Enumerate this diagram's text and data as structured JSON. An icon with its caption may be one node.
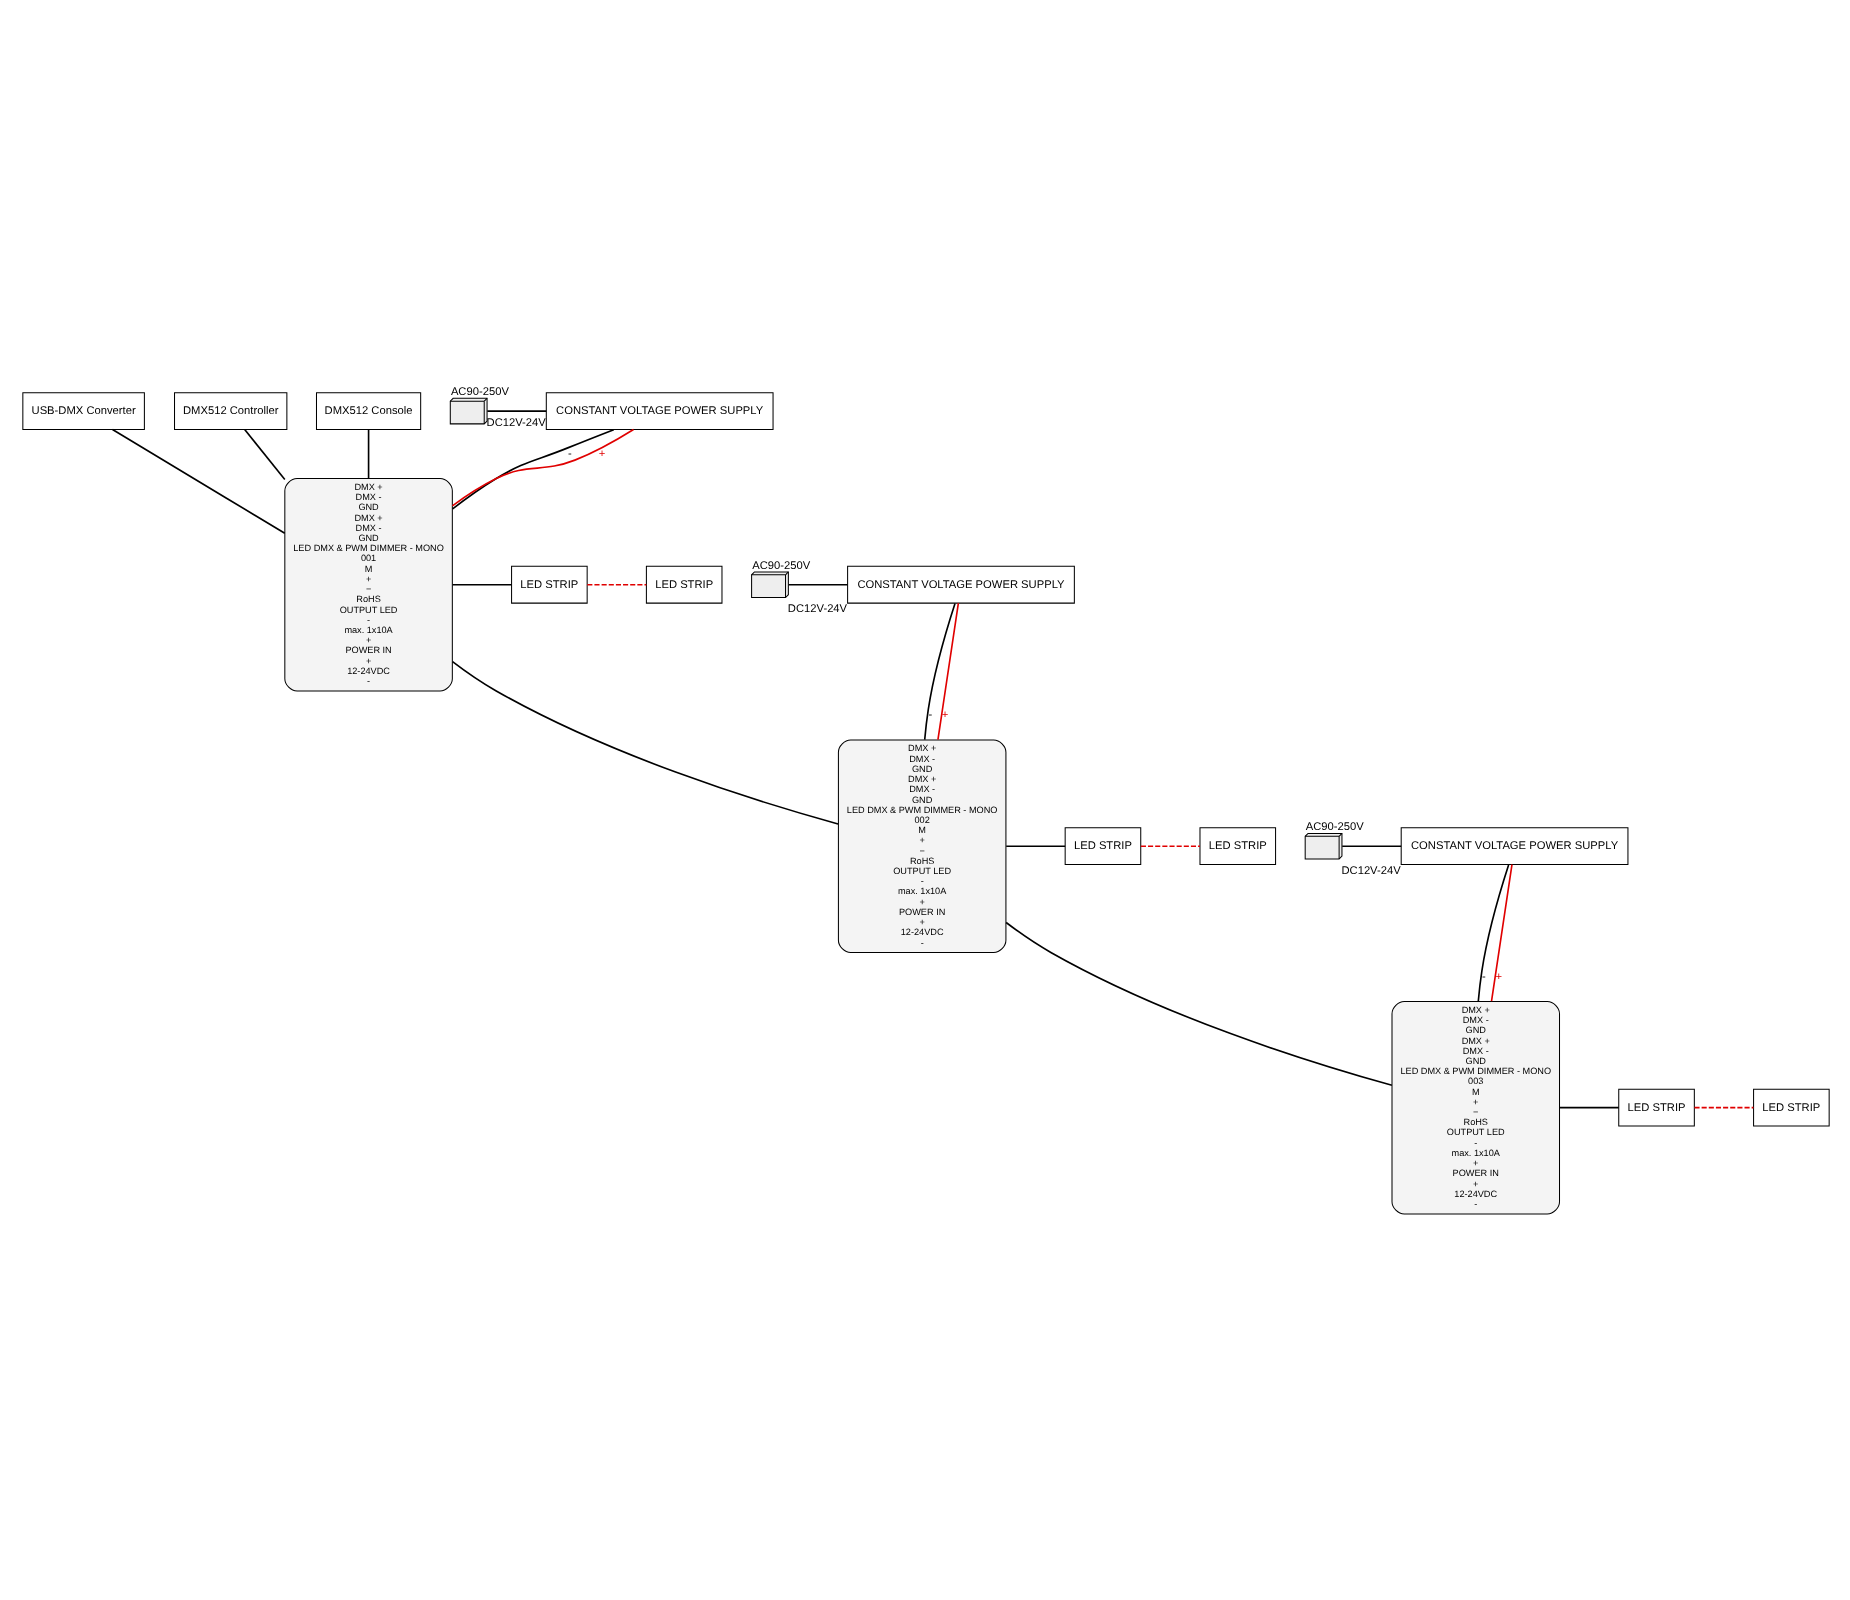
{
  "diagram": {
    "nodes": [
      {
        "text": [
          "USB-DMX Converter"
        ]
      },
      {
        "text": [
          "DMX512 Controller"
        ]
      },
      {
        "text": [
          "DMX512 Console"
        ]
      },
      {
        "text": [
          "DMX +",
          "DMX -",
          "GND",
          "DMX +",
          "DMX -",
          "GND",
          "LED DMX & PWM DIMMER - MONO",
          "001",
          "M",
          "+",
          "−",
          "RoHS",
          "OUTPUT LED",
          "-",
          "max. 1x10A",
          "+",
          "POWER IN",
          "+",
          "12-24VDC",
          "-"
        ]
      },
      {
        "text": [
          "LED STRIP"
        ]
      },
      {
        "text": [
          "LED STRIP"
        ]
      },
      {
        "text": [],
        "shape": "picture",
        "beside": [
          "AC90-250V"
        ]
      },
      {
        "text": [
          "CONSTANT VOLTAGE POWER SUPPLY"
        ],
        "beside": [
          "DC12V-24V"
        ]
      },
      {
        "text": [
          "DMX +",
          "DMX -",
          "GND",
          "DMX +",
          "DMX -",
          "GND",
          "LED DMX & PWM DIMMER - MONO",
          "002",
          "M",
          "+",
          "−",
          "RoHS",
          "OUTPUT LED",
          "-",
          "max. 1x10A",
          "+",
          "POWER IN",
          "+",
          "12-24VDC",
          "-"
        ]
      },
      {
        "text": [
          "LED STRIP"
        ]
      },
      {
        "text": [
          "LED STRIP"
        ]
      },
      {
        "text": [],
        "shape": "picture",
        "beside": [
          "AC90-250V"
        ]
      },
      {
        "text": [
          "CONSTANT VOLTAGE POWER SUPPLY"
        ],
        "beside": [
          "DC12V-24V"
        ]
      },
      {
        "text": [
          "DMX +",
          "DMX -",
          "GND",
          "DMX +",
          "DMX -",
          "GND",
          "LED DMX & PWM DIMMER - MONO",
          "003",
          "M",
          "+",
          "−",
          "RoHS",
          "OUTPUT LED",
          "-",
          "max. 1x10A",
          "+",
          "POWER IN",
          "+",
          "12-24VDC",
          "-"
        ]
      },
      {
        "text": [
          "LED STRIP"
        ]
      },
      {
        "text": [
          "LED STRIP"
        ]
      },
      {
        "text": [],
        "shape": "picture",
        "beside": [
          "AC90-250V"
        ]
      },
      {
        "text": [
          "CONSTANT VOLTAGE POWER SUPPLY"
        ],
        "beside": [
          "DC12V-24V"
        ]
      }
    ],
    "edges": [
      {
        "from": 0,
        "to": 3,
        "arrow": "none"
      },
      {
        "from": 1,
        "to": 3,
        "arrow": "none"
      },
      {
        "from": 2,
        "to": 3,
        "arrow": "none"
      },
      {
        "from": 3,
        "to": 4,
        "arrow": "none"
      },
      {
        "from": 4,
        "to": 5,
        "arrow": "none",
        "style": "dashed",
        "color": "#e00000"
      },
      {
        "from": 6,
        "to": 7,
        "arrow": "none"
      },
      {
        "from": 7,
        "to": 3,
        "arrow": "none",
        "label": "-"
      },
      {
        "from": 7,
        "to": 3,
        "arrow": "none",
        "label": "+",
        "color": "#e00000"
      },
      {
        "from": 3,
        "to": 8,
        "arrow": "none"
      },
      {
        "from": 8,
        "to": 9,
        "arrow": "none"
      },
      {
        "from": 9,
        "to": 10,
        "arrow": "none",
        "style": "dashed",
        "color": "#e00000"
      },
      {
        "from": 11,
        "to": 12,
        "arrow": "none"
      },
      {
        "from": 12,
        "to": 8,
        "arrow": "none",
        "label": "-"
      },
      {
        "from": 12,
        "to": 8,
        "arrow": "none",
        "label": "+",
        "color": "#e00000"
      },
      {
        "from": 8,
        "to": 13,
        "arrow": "none"
      },
      {
        "from": 13,
        "to": 14,
        "arrow": "none"
      },
      {
        "from": 14,
        "to": 15,
        "arrow": "none",
        "style": "dashed",
        "color": "#e00000"
      },
      {
        "from": 16,
        "to": 17,
        "arrow": "none"
      },
      {
        "from": 17,
        "to": 13,
        "arrow": "none",
        "label": "-"
      },
      {
        "from": 17,
        "to": 13,
        "arrow": "none",
        "label": "+",
        "color": "#e00000"
      }
    ]
  }
}
